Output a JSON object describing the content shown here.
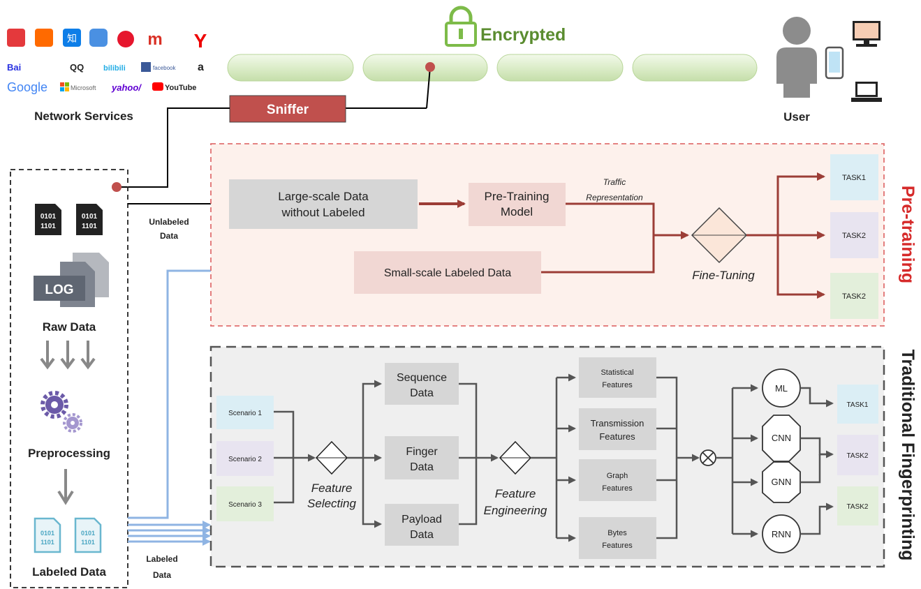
{
  "colors": {
    "sniffer_fill": "#c0504d",
    "pretrain_border": "#e07070",
    "pretrain_bg": "#fdf1ec",
    "pretrain_arrow": "#9c3d36",
    "trad_bg": "#efefef",
    "trad_border": "#555555",
    "labeled_arrow": "#8fb4e3",
    "pretrain_title": "#d62a2a",
    "task_blue": "#dbeef5",
    "task_purple": "#e8e4f0",
    "task_green": "#e3efdb"
  },
  "top": {
    "encrypted_label": "Encrypted",
    "network_services_label": "Network Services",
    "sniffer_label": "Sniffer",
    "user_label": "User",
    "service_logos": {
      "row1": [
        "知",
        "m",
        "Y"
      ],
      "row2": [
        "Bai",
        "QQ",
        "bilibili",
        "facebook",
        "a"
      ],
      "row3": [
        "Google",
        "Microsoft",
        "yahoo/",
        "YouTube"
      ]
    }
  },
  "left": {
    "raw_data_label": "Raw Data",
    "log_label": "LOG",
    "file_bits": "0101\n1101",
    "preprocessing_label": "Preprocessing",
    "labeled_data_label": "Labeled Data",
    "unlabeled_arrow_label": [
      "Unlabeled",
      "Data"
    ],
    "labeled_arrow_label": [
      "Labeled",
      "Data"
    ]
  },
  "pretraining": {
    "title": "Pre-training",
    "large_scale_box": [
      "Large-scale Data",
      "without  Labeled"
    ],
    "small_scale_box": "Small-scale Labeled Data",
    "pretrain_model_box": [
      "Pre-Training",
      "Model"
    ],
    "traffic_rep_label": [
      "Traffic",
      "Representation"
    ],
    "fine_tuning_label": "Fine-Tuning",
    "tasks": [
      "TASK1",
      "TASK2",
      "TASK2"
    ]
  },
  "traditional": {
    "title": "Traditional Fingerprinting",
    "scenarios": [
      "Scenario 1",
      "Scenario 2",
      "Scenario 3"
    ],
    "feature_selecting_label": [
      "Feature",
      "Selecting"
    ],
    "data_boxes": [
      [
        "Sequence",
        "Data"
      ],
      [
        "Finger",
        "Data"
      ],
      [
        "Payload",
        "Data"
      ]
    ],
    "feature_engineering_label": [
      "Feature",
      "Engineering"
    ],
    "feature_boxes": [
      [
        "Statistical",
        "Features"
      ],
      [
        "Transmission",
        "Features"
      ],
      [
        "Graph",
        "Features"
      ],
      [
        "Bytes",
        "Features"
      ]
    ],
    "models": [
      "ML",
      "CNN",
      "GNN",
      "RNN"
    ],
    "tasks": [
      "TASK1",
      "TASK2",
      "TASK2"
    ]
  }
}
